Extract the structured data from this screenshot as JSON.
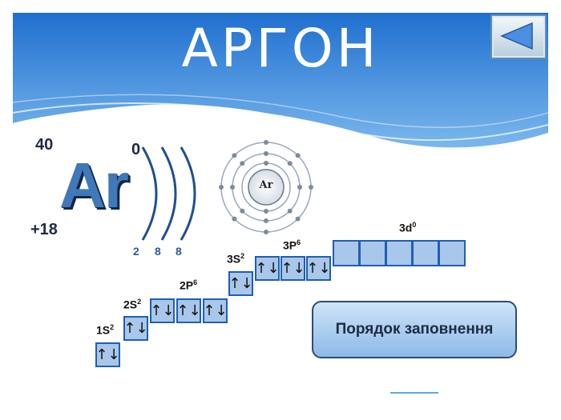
{
  "title": "АРГОН",
  "element": {
    "symbol": "Ar",
    "mass": "40",
    "charge": "+18",
    "valence": "0",
    "shell_counts": [
      "2",
      "8",
      "8"
    ],
    "atom_label": "Ar"
  },
  "orbitals": {
    "s1": {
      "name": "1S",
      "sup": "2",
      "boxes": [
        "↑↓"
      ]
    },
    "s2": {
      "name": "2S",
      "sup": "2",
      "boxes": [
        "↑↓"
      ]
    },
    "p2": {
      "name": "2P",
      "sup": "6",
      "boxes": [
        "↑↓",
        "↑↓",
        "↑↓"
      ]
    },
    "s3": {
      "name": "3S",
      "sup": "2",
      "boxes": [
        "↑↓"
      ]
    },
    "p3": {
      "name": "3P",
      "sup": "6",
      "boxes": [
        "↑↓",
        "↑↓",
        "↑↓"
      ]
    },
    "d3": {
      "name": "3d",
      "sup": "0",
      "boxes": [
        "",
        "",
        "",
        "",
        ""
      ]
    }
  },
  "buttons": {
    "order": "Порядок заповнення"
  },
  "icons": {
    "back": "back-arrow-icon"
  },
  "colors": {
    "header_blue": "#2f7fd8",
    "box_fill": "#a9c7ea",
    "box_border": "#1f5fb0",
    "symbol": "#3f79b8"
  }
}
